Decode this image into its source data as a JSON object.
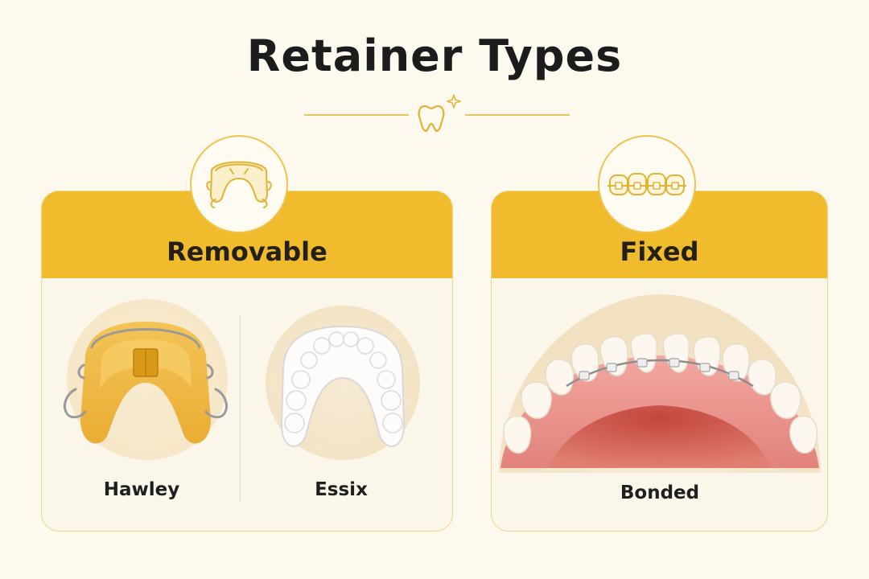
{
  "title": "Retainer Types",
  "colors": {
    "accent": "#f0bb2c",
    "background": "#fdf9ef",
    "card": "#fbf6ea",
    "icon": "#e2b235"
  },
  "cards": [
    {
      "title": "Removable",
      "icon": "retainer-outline-icon",
      "items": [
        {
          "label": "Hawley"
        },
        {
          "label": "Essix"
        }
      ]
    },
    {
      "title": "Fixed",
      "icon": "braces-outline-icon",
      "items": [
        {
          "label": "Bonded"
        }
      ]
    }
  ],
  "divider_icon": "tooth-sparkle-icon"
}
